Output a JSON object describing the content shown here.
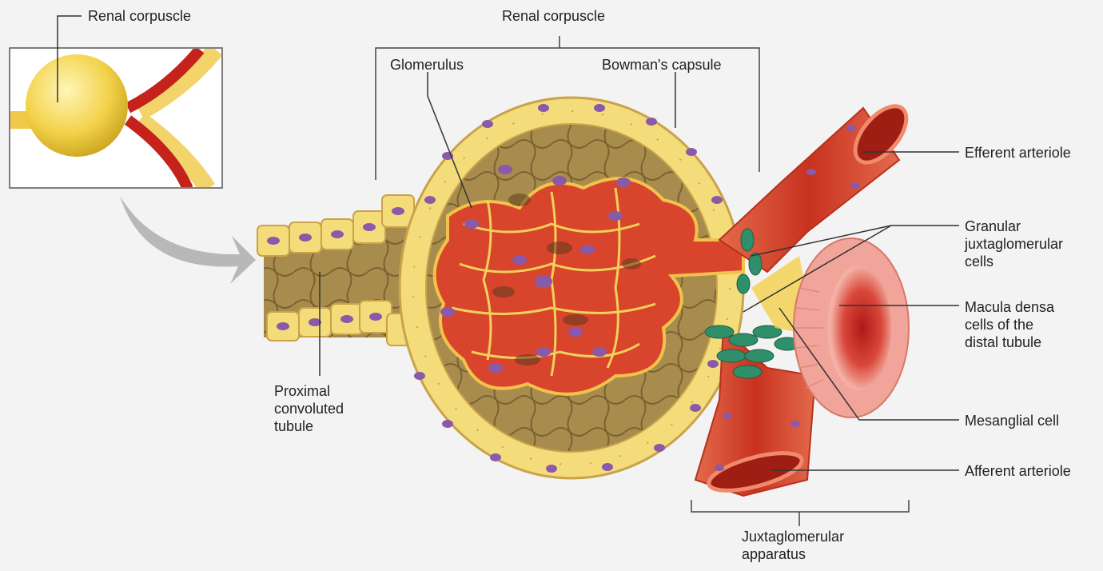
{
  "labels": {
    "inset_renal_corpuscle": "Renal corpuscle",
    "renal_corpuscle": "Renal corpuscle",
    "glomerulus": "Glomerulus",
    "bowmans_capsule": "Bowman's capsule",
    "efferent_arteriole": "Efferent arteriole",
    "granular_jg_cells": [
      "Granular",
      "juxtaglomerular",
      "cells"
    ],
    "macula_densa": [
      "Macula densa",
      "cells of the",
      "distal tubule"
    ],
    "mesangial_cell": "Mesanglial cell",
    "afferent_arteriole": "Afferent arteriole",
    "proximal_tubule": [
      "Proximal",
      "convoluted",
      "tubule"
    ],
    "jg_apparatus": [
      "Juxtaglomerular",
      "apparatus"
    ]
  },
  "colors": {
    "background": "#f3f3f3",
    "capsule_yellow": "#f4dc7a",
    "cell_outline": "#c9a24a",
    "nucleus_purple": "#8a5aa8",
    "interior_olive": "#9a7b3c",
    "vessel_red": "#d6452f",
    "vessel_dark": "#a8221a",
    "jg_green": "#2f8f6a",
    "macula_pink": "#f0a49a"
  }
}
